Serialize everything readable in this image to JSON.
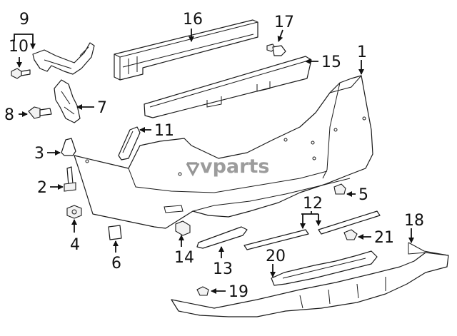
{
  "watermark": {
    "text": "vparts"
  },
  "callouts": {
    "n1": "1",
    "n2": "2",
    "n3": "3",
    "n4": "4",
    "n5": "5",
    "n6": "6",
    "n7": "7",
    "n8": "8",
    "n9": "9",
    "n10": "10",
    "n11": "11",
    "n12": "12",
    "n13": "13",
    "n14": "14",
    "n15": "15",
    "n16": "16",
    "n17": "17",
    "n18": "18",
    "n19": "19",
    "n20": "20",
    "n21": "21"
  }
}
